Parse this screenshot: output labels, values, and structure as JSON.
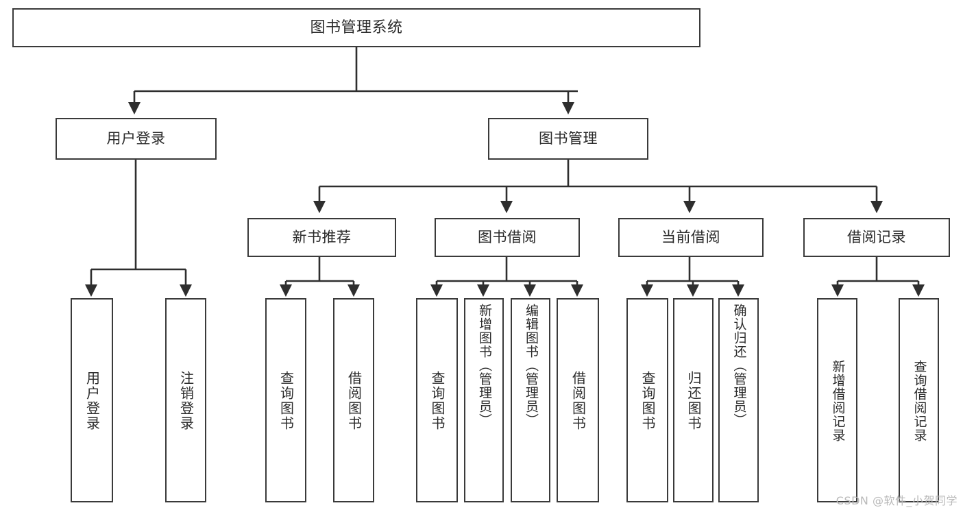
{
  "diagram": {
    "type": "tree-hierarchy-chart",
    "title": "图书管理系统",
    "watermark": "CSDN @软件_小贺同学",
    "colors": {
      "box_border": "#3a3a3a",
      "box_fill": "#ffffff",
      "edge": "#2e2e2e",
      "text": "#2b2b2b",
      "watermark": "#b9b9b9"
    },
    "nodes": {
      "root": {
        "label": "图书管理系统"
      },
      "level1": [
        {
          "label": "用户登录"
        },
        {
          "label": "图书管理"
        }
      ],
      "level2": [
        {
          "label": "新书推荐"
        },
        {
          "label": "图书借阅"
        },
        {
          "label": "当前借阅"
        },
        {
          "label": "借阅记录"
        }
      ],
      "leaves_user_login": [
        {
          "label": "用户登录"
        },
        {
          "label": "注销登录"
        }
      ],
      "leaves_new_book": [
        {
          "label": "查询图书"
        },
        {
          "label": "借阅图书"
        }
      ],
      "leaves_borrow": [
        {
          "label": "查询图书"
        },
        {
          "label": "新增图书（管理员）"
        },
        {
          "label": "编辑图书（管理员）"
        },
        {
          "label": "借阅图书"
        }
      ],
      "leaves_current": [
        {
          "label": "查询图书"
        },
        {
          "label": "归还图书"
        },
        {
          "label": "确认归还（管理员）"
        }
      ],
      "leaves_records": [
        {
          "label": "新增借阅记录"
        },
        {
          "label": "查询借阅记录"
        }
      ]
    }
  }
}
